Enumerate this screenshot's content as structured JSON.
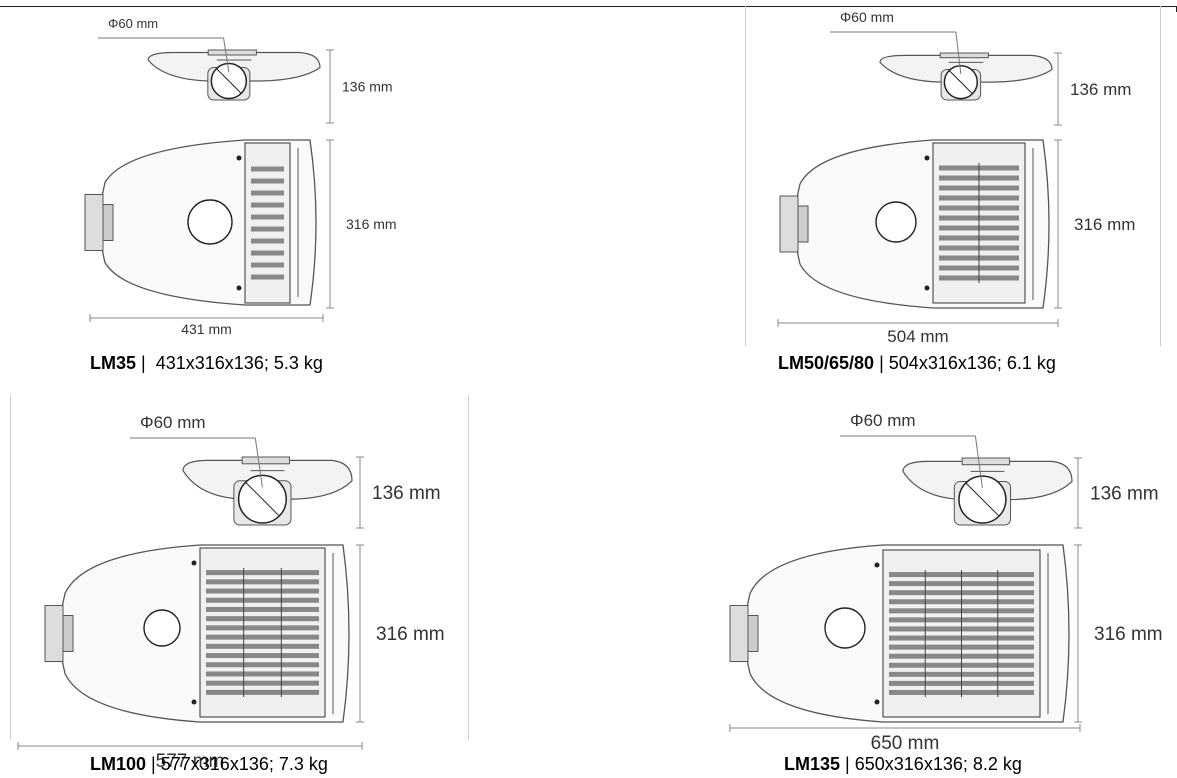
{
  "products": [
    {
      "model": "LM35",
      "specs": "431x316x136; 5.3 kg",
      "diameter_label": "Φ60 mm",
      "height_label": "136 mm",
      "width_label": "316 mm",
      "length_label": "431 mm",
      "louver_columns": 1,
      "louver_rows": 10
    },
    {
      "model": "LM50/65/80",
      "specs": "504x316x136; 6.1 kg",
      "diameter_label": "Φ60 mm",
      "height_label": "136 mm",
      "width_label": "316 mm",
      "length_label": "504 mm",
      "louver_columns": 2,
      "louver_rows": 12
    },
    {
      "model": "LM100",
      "specs": "577x316x136; 7.3 kg",
      "diameter_label": "Φ60 mm",
      "height_label": "136 mm",
      "width_label": "316 mm",
      "length_label": "577 mm",
      "louver_columns": 3,
      "louver_rows": 14
    },
    {
      "model": "LM135",
      "specs": "650x316x136; 8.2 kg",
      "diameter_label": "Φ60 mm",
      "height_label": "136 mm",
      "width_label": "316 mm",
      "length_label": "650 mm",
      "louver_columns": 4,
      "louver_rows": 14
    }
  ],
  "separator": "|"
}
